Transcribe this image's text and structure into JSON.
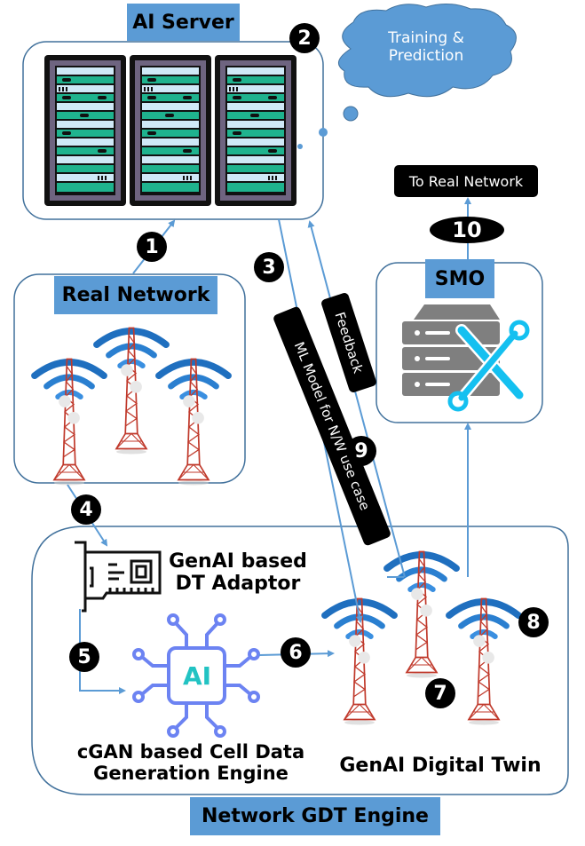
{
  "labels": {
    "ai_server": "AI Server",
    "cloud": [
      "Training &",
      "Prediction"
    ],
    "to_real_network": "To Real Network",
    "smo": "SMO",
    "real_network": "Real Network",
    "ml_model": "ML Model for N/W use case",
    "feedback": "Feedback",
    "dt_adaptor": [
      "GenAI based",
      "DT Adaptor"
    ],
    "ai_chip": "AI",
    "cgan_engine": [
      "cGAN based Cell Data",
      "Generation Engine"
    ],
    "digital_twin": "GenAI Digital Twin",
    "network_gdt_engine": "Network GDT Engine"
  },
  "steps": [
    "1",
    "2",
    "3",
    "4",
    "5",
    "6",
    "7",
    "8",
    "9",
    "10"
  ],
  "colors": {
    "label_fill": "#5b9bd5",
    "border": "#41719c",
    "arrow": "#5b9bd5",
    "rack_teal": "#1fb38e",
    "rack_frame": "#6e6480",
    "tower_red": "#c0392b",
    "wifi_blue": "#1f6fbf",
    "smo_gray": "#7f7f7f",
    "tool_cyan": "#14c0f0",
    "chip_purple": "#6c83f2",
    "chip_teal": "#22c3c3"
  }
}
